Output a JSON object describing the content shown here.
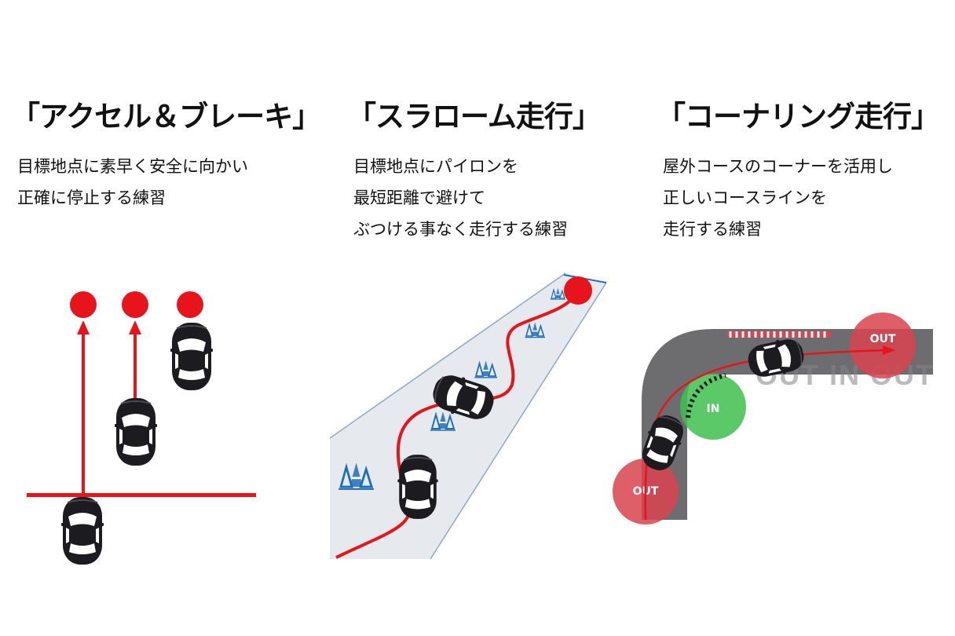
{
  "columns": [
    {
      "title": "「アクセル＆ブレーキ」",
      "lines": [
        "目標地点に素早く安全に向かい",
        "正確に停止する練習"
      ]
    },
    {
      "title": "「スラローム走行」",
      "lines": [
        "目標地点にパイロンを",
        "最短距離で避けて",
        "ぶつける事なく走行する練習"
      ]
    },
    {
      "title": "「コーナリング走行」",
      "lines": [
        "屋外コースのコーナーを活用し",
        "正しいコースラインを",
        "走行する練習"
      ]
    }
  ],
  "cornering_labels": {
    "out_top": "OUT",
    "in": "IN",
    "out_bottom": "OUT",
    "watermark": "OUT IN OUT"
  },
  "colors": {
    "accent_red": "#e8141c",
    "car_dark": "#1c1b20",
    "road_gray": "#6d6d70",
    "slalom_lane": "#e6e9ed",
    "cone_blue": "#1f6fb5",
    "in_green": "#3fbf4f",
    "out_red": "#d9434f"
  }
}
